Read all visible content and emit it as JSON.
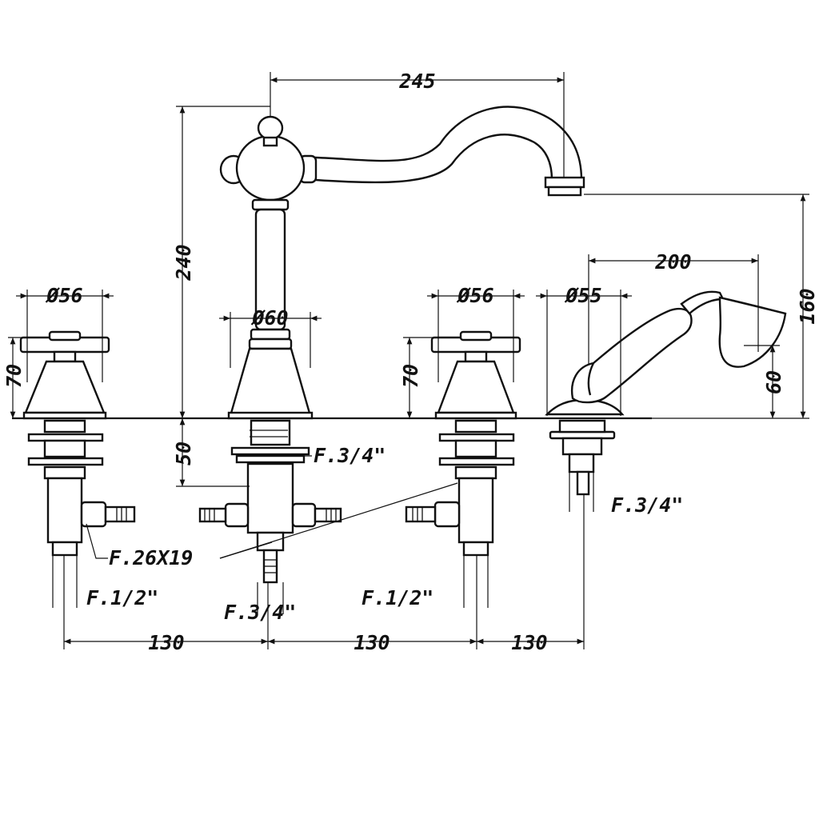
{
  "dimensions": {
    "spout_reach": "245",
    "spout_height": "240",
    "spout_below_deck": "50",
    "handle_left_diameter": "Ø56",
    "handle_left_height": "70",
    "spout_base_diameter": "Ø60",
    "handle_right_diameter": "Ø56",
    "handle_right_height": "70",
    "shower_base_diameter": "Ø55",
    "shower_length": "200",
    "shower_height_total": "160",
    "shower_height_low": "60",
    "spacing_1": "130",
    "spacing_2": "130",
    "spacing_3": "130"
  },
  "threads": {
    "spout_inlet": "F.3/4\"",
    "shower_outlet": "F.3/4\"",
    "center_outlet": "F.3/4\"",
    "connector": "F.26X19",
    "left_inlet": "F.1/2\"",
    "right_inlet": "F.1/2\""
  }
}
